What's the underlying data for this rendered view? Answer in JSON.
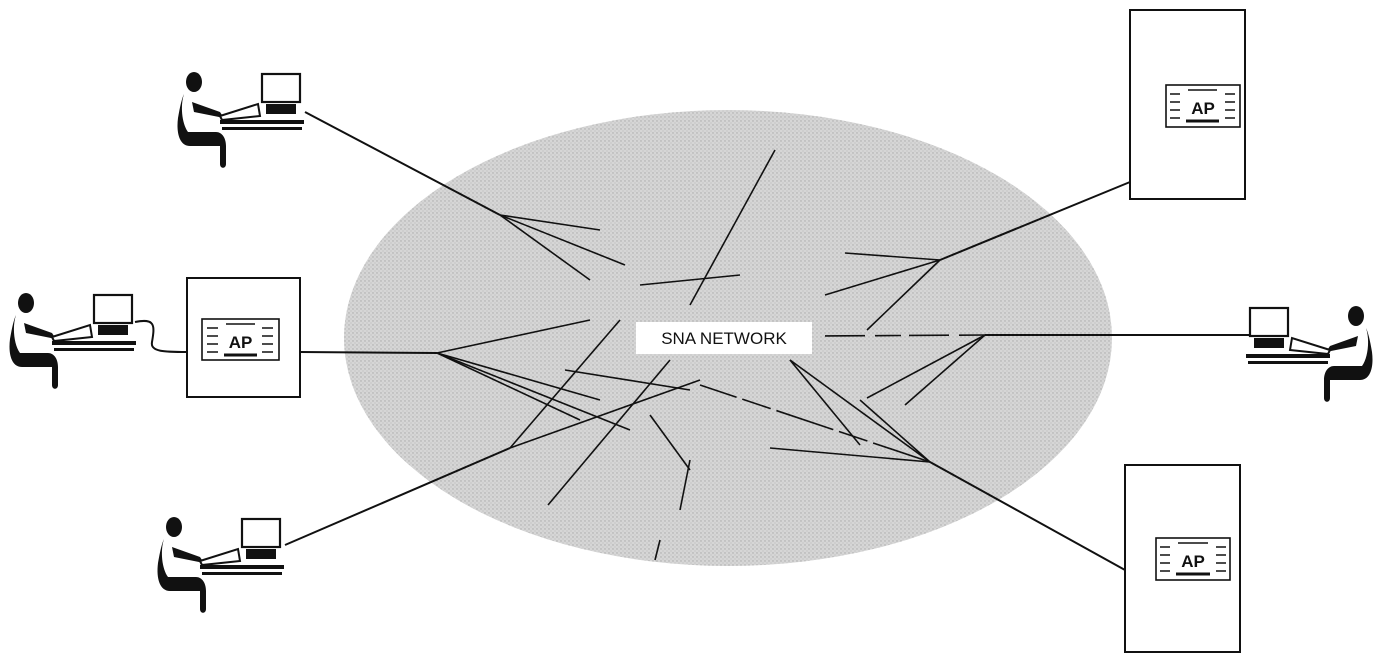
{
  "network": {
    "label": "SNA NETWORK",
    "fill": "#d2d2d2"
  },
  "hosts": [
    {
      "id": "host-left",
      "ap_label": "AP"
    },
    {
      "id": "host-top-right",
      "ap_label": "AP"
    },
    {
      "id": "host-bottom-right",
      "ap_label": "AP"
    }
  ],
  "terminals": [
    {
      "id": "terminal-top-left",
      "facing": "right"
    },
    {
      "id": "terminal-left",
      "facing": "right"
    },
    {
      "id": "terminal-bottom-left",
      "facing": "right"
    },
    {
      "id": "terminal-right",
      "facing": "left"
    }
  ],
  "colors": {
    "ink": "#111111",
    "paper": "#ffffff"
  }
}
